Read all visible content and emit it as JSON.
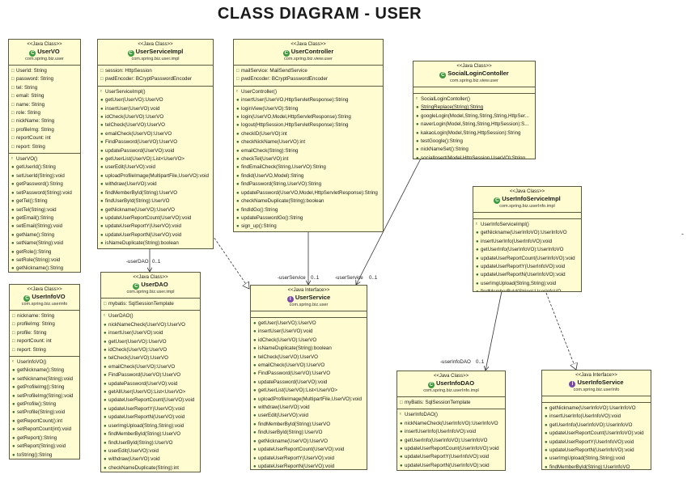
{
  "title": "CLASS DIAGRAM - USER",
  "classes": [
    {
      "key": "uservo",
      "stereotype": "<<Java Class>>",
      "name": "UserVO",
      "package": "com.spring.biz.user",
      "kind": "class",
      "attributes": [
        "UserId: String",
        "password: String",
        "tel: String",
        "email: String",
        "name: String",
        "role: String",
        "nickName: String",
        "profileImg: String",
        "reportCount: int",
        "report: String"
      ],
      "methods": [
        "UserVO()",
        "getUserId():String",
        "setUserId(String):void",
        "getPassword():String",
        "setPassword(String):void",
        "getTel():String",
        "setTel(String):void",
        "getEmail():String",
        "setEmail(String):void",
        "getName():String",
        "setName(String):void",
        "getRole():String",
        "setRole(String):void",
        "getNickname():String"
      ]
    },
    {
      "key": "userinfovo",
      "stereotype": "<<Java Class>>",
      "name": "UserInfoVO",
      "package": "com.spring.biz.userinfo",
      "kind": "class",
      "attributes": [
        "nickname: String",
        "profileImg: String",
        "profile: String",
        "reportCount: int",
        "report: String"
      ],
      "methods": [
        "UserInfoVO()",
        "getNickname():String",
        "setNickname(String):void",
        "getProfileImg():String",
        "setProfileImg(String):void",
        "getProfile():String",
        "setProfile(String):void",
        "getReportCount():int",
        "setReportCount(int):void",
        "getReport():String",
        "setReport(String):void",
        "toString():String"
      ]
    },
    {
      "key": "userserviceimpl",
      "stereotype": "<<Java Class>>",
      "name": "UserServiceImpl",
      "package": "com.spring.biz.user.impl",
      "kind": "class",
      "attributes": [
        "session: HttpSession",
        "pwdEncoder: BCryptPasswordEncoder"
      ],
      "methods": [
        "UserServiceImpl()",
        "getUser(UserVO):UserVO",
        "insertUser(UserVO):void",
        "idCheck(UserVO):UserVO",
        "telCheck(UserVO):UserVO",
        "emailCheck(UserVO):UserVO",
        "FindPassword(UserVO):UserVO",
        "updatePassword(UserVO):void",
        "getUserList(UserVO):List<UserVO>",
        "userEdit(UserVO):void",
        "uploadProfileImage(MultipartFile,UserVO):void",
        "withdraw(UserVO):void",
        "findMemberById(String):UserVO",
        "findUserById(String):UserVO",
        "getNickname(UserVO):UserVO",
        "updateUserReportCount(UserVO):void",
        "updateUserReportY(UserVO):void",
        "updateUserReportN(UserVO):void",
        "isNameDuplicate(String):boolean"
      ]
    },
    {
      "key": "usercontroller",
      "stereotype": "<<Java Class>>",
      "name": "UserController",
      "package": "com.spring.biz.view.user",
      "kind": "class",
      "attributes": [
        "mailService: MailSendService",
        "pwdEncoder: BCryptPasswordEncoder"
      ],
      "methods": [
        "UserController()",
        "insertUser(UserVO,HttpServletResponse):String",
        "loginView(UserVO):String",
        "login(UserVO,Model,HttpServletResponse):String",
        "logout(HttpSession,HttpServletResponse):String",
        "checkID(UserVO):int",
        "checkNickName(UserVO):int",
        "emailCheck(String):String",
        "checkTel(UserVO):int",
        "findEmailCheck(String,UserVO):String",
        "findid(UserVO,Model):String",
        "findPassword(String,UserVO):String",
        "updatePassword(UserVO,Model,HttpServletResponse):String",
        "checkNameDuplicate(String):boolean",
        "findIdGo():String",
        "updatePasswordGo():String",
        "sign_up():String"
      ]
    },
    {
      "key": "socialcontroller",
      "stereotype": "<<Java Class>>",
      "name": "SocialLoginContoller",
      "package": "com.spring.biz.view.user",
      "kind": "class",
      "attributes": [],
      "methods": [
        "SocialLoginContoller()",
        "StringReplace(String):String",
        "googleLogin(Model,String,String,String,HttpSer...",
        "naverLogin(Model,String,String,HttpSession):S...",
        "kakaoLogin(Model,String,HttpSession):String",
        "testGoogle():String",
        "nickNameSet():String",
        "socialInsert(Model,HttpSession,UserVO):String"
      ]
    },
    {
      "key": "userdao",
      "stereotype": "<<Java Class>>",
      "name": "UserDAO",
      "package": "com.spring.biz.user.impl",
      "kind": "class",
      "attributes": [
        "mybatis: SqlSessionTemplate"
      ],
      "methods": [
        "UserDAO()",
        "nickNameCheck(UserVO):UserVO",
        "insertUser(UserVO):void",
        "getUser(UserVO):UserVO",
        "idCheck(UserVO):UserVO",
        "telCheck(UserVO):UserVO",
        "emailCheck(UserVO):UserVO",
        "FindPassword(UserVO):UserVO",
        "updatePassword(UserVO):void",
        "getAllUser(UserVO):List<UserVO>",
        "updateUserReportCount(UserVO):void",
        "updateUserReportY(UserVO):void",
        "updateUserReportN(UserVO):void",
        "userImgUpload(String,String):void",
        "findMemberById(String):UserVO",
        "findUserById(String):UserVO",
        "userEdit(UserVO):void",
        "withdraw(UserVO):void",
        "checkNameDuplicate(String):int"
      ]
    },
    {
      "key": "userservice",
      "stereotype": "<<Java Interface>>",
      "name": "UserService",
      "package": "com.spring.biz.user",
      "kind": "interface",
      "attributes": [],
      "methods": [
        "getUser(UserVO):UserVO",
        "insertUser(UserVO):void",
        "idCheck(UserVO):UserVO",
        "isNameDuplicate(String):boolean",
        "telCheck(UserVO):UserVO",
        "emailCheck(UserVO):UserVO",
        "FindPassword(UserVO):UserVO",
        "updatePassword(UserVO):void",
        "getUserList(UserVO):List<UserVO>",
        "uploadProfileImage(MultipartFile,UserVO):void",
        "withdraw(UserVO):void",
        "userEdit(UserVO):void",
        "findMemberById(String):UserVO",
        "findUserById(String):UserVO",
        "getNickname(UserVO):UserVO",
        "updateUserReportCount(UserVO):void",
        "updateUserReportY(UserVO):void",
        "updateUserReportN(UserVO):void"
      ]
    },
    {
      "key": "userinfoserviceimpl",
      "stereotype": "<<Java Class>>",
      "name": "UserInfoServiceImpl",
      "package": "com.spring.biz.userInfo.impl",
      "kind": "class",
      "attributes": [],
      "methods": [
        "UserInfoServiceImpl()",
        "getNickname(UserInfoVO):UserInfoVO",
        "insertUserInfo(UserInfoVO):void",
        "getUserInfo(UserInfoVO):UserInfoVO",
        "updateUserReportCount(UserInfoVO):void",
        "updateUserReportY(UserInfoVO):void",
        "updateUserReportN(UserInfoVO):void",
        "userImgUpload(String,String):void",
        "findMemberById(String):UserInfoVO"
      ]
    },
    {
      "key": "userinfodao",
      "stereotype": "<<Java Class>>",
      "name": "UserInfoDAO",
      "package": "com.spring.biz.userInfo.impl",
      "kind": "class",
      "attributes": [
        "myBatis: SqlSessionTemplate"
      ],
      "methods": [
        "UserInfoDAO()",
        "nickNameCheck(UserInfoVO):UserInfoVO",
        "insertUserInfo(UserInfoVO):void",
        "getUserInfo(UserInfoVO):UserInfoVO",
        "updateUserReportCount(UserInfoVO):void",
        "updateUserReportY(UserInfoVO):void",
        "updateUserReportN(UserInfoVO):void"
      ]
    },
    {
      "key": "userinfoservice",
      "stereotype": "<<Java Interface>>",
      "name": "UserInfoService",
      "package": "com.spring.biz.userInfo",
      "kind": "interface",
      "attributes": [],
      "methods": [
        "getNickname(UserInfoVO):UserInfoVO",
        "insertUserInfo(UserInfoVO):void",
        "getUserInfo(UserInfoVO):UserInfoVO",
        "updateUserReportCount(UserInfoVO):void",
        "updateUserReportY(UserInfoVO):void",
        "updateUserReportN(UserInfoVO):void",
        "userImgUpload(String,String):void",
        "findMemberById(String):UserInfoVO"
      ]
    }
  ],
  "labels": [
    {
      "key": "dao",
      "text": "-userDAO"
    },
    {
      "key": "dao_m",
      "text": "0..1"
    },
    {
      "key": "svc1",
      "text": "-userService"
    },
    {
      "key": "svc1_m",
      "text": "0..1"
    },
    {
      "key": "svc2",
      "text": "-userService"
    },
    {
      "key": "svc2_m",
      "text": "0..1"
    },
    {
      "key": "infodao",
      "text": "-userInfoDAO"
    },
    {
      "key": "infodao_m",
      "text": "0..1"
    }
  ],
  "colors": {
    "box_fill": "#fefcd0",
    "border": "#5a5a40",
    "class_icon": "#3e9a3e",
    "interface_icon": "#7a4aa8"
  }
}
